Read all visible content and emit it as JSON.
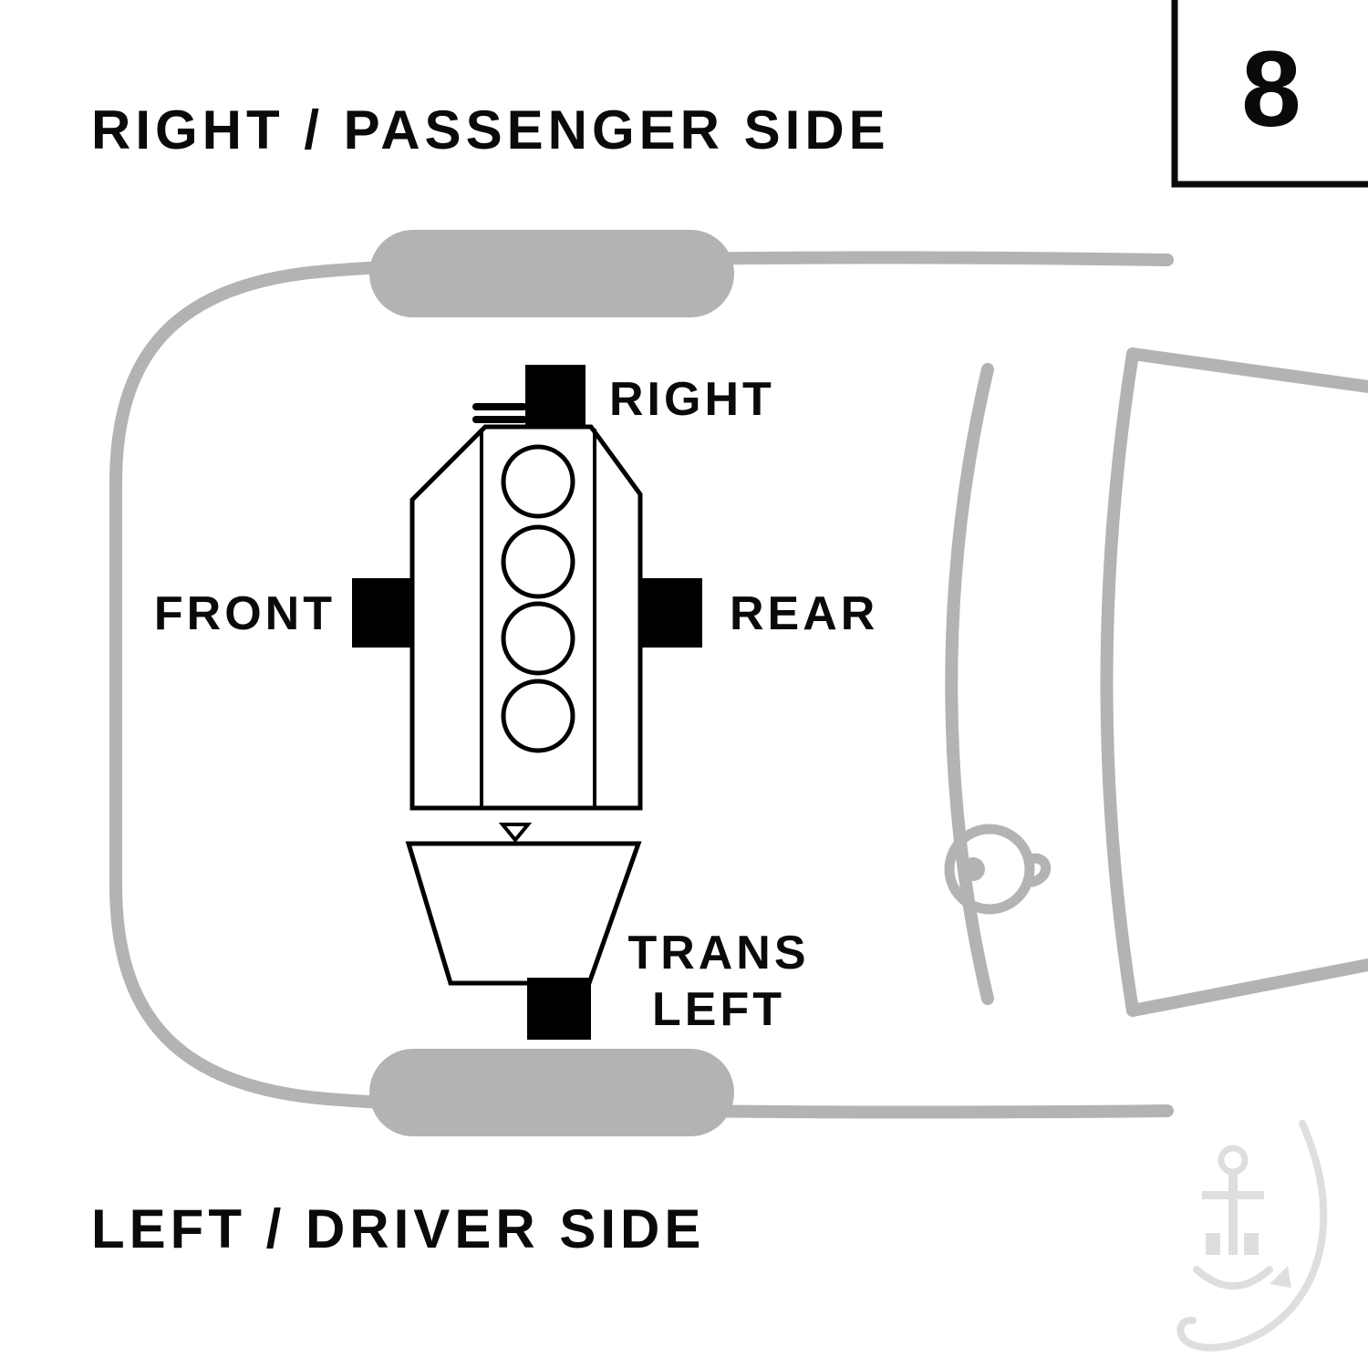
{
  "labels": {
    "top_title": "RIGHT / PASSENGER SIDE",
    "bottom_title": "LEFT / DRIVER SIDE",
    "figure_number": "8",
    "mount_right": "RIGHT",
    "mount_front": "FRONT",
    "mount_rear": "REAR",
    "mount_trans_line1": "TRANS",
    "mount_trans_line2": "LEFT"
  },
  "colors": {
    "background": "#ffffff",
    "text": "#0a0a0a",
    "car_outline": "#b3b3b3",
    "mount_fill": "#000000",
    "engine_fill": "#ffffff",
    "watermark": "#bfbfbf"
  }
}
